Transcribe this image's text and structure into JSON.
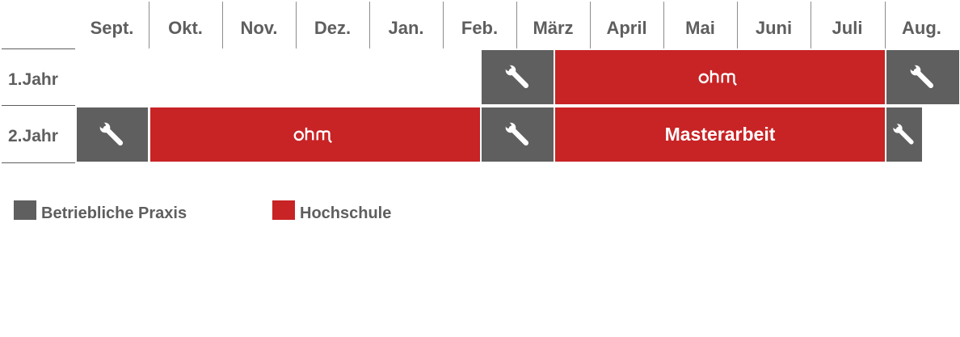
{
  "months": [
    "Sept.",
    "Okt.",
    "Nov.",
    "Dez.",
    "Jan.",
    "Feb.",
    "März",
    "April",
    "Mai",
    "Juni",
    "Juli",
    "Aug."
  ],
  "rows": [
    {
      "label": "1.Jahr"
    },
    {
      "label": "2.Jahr"
    }
  ],
  "blocks": {
    "masterarbeit": "Masterarbeit"
  },
  "legend": {
    "praxis": "Betriebliche Praxis",
    "hochschule": "Hochschule"
  },
  "colors": {
    "praxis": "#5f5f5f",
    "hochschule": "#c82325",
    "text": "#5e5e5e"
  },
  "icons": {
    "praxis": "wrench-icon",
    "hochschule": "ohm-logo"
  }
}
